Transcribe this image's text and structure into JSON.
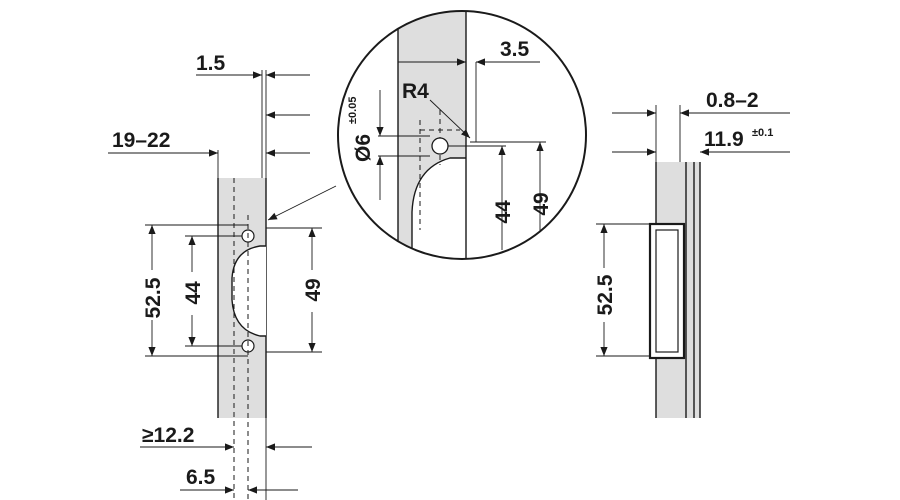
{
  "dimensions": {
    "top_gap": "1.5",
    "backset": "19–22",
    "hole_dist_outer": "52.5",
    "hole_dist_inner": "44",
    "cutout_height": "49",
    "min_width": "≥12.2",
    "edge_dist": "6.5"
  },
  "detail": {
    "offset": "3.5",
    "radius": "R4",
    "diameter": "Ø6",
    "diameter_tol": "±0.05",
    "inner": "44",
    "outer": "49"
  },
  "side_view": {
    "thickness": "0.8–2",
    "depth": "11.9",
    "depth_tol": "±0.1",
    "height": "52.5"
  },
  "colors": {
    "line": "#1a1a1a",
    "fill": "#dedede",
    "background": "#ffffff"
  }
}
